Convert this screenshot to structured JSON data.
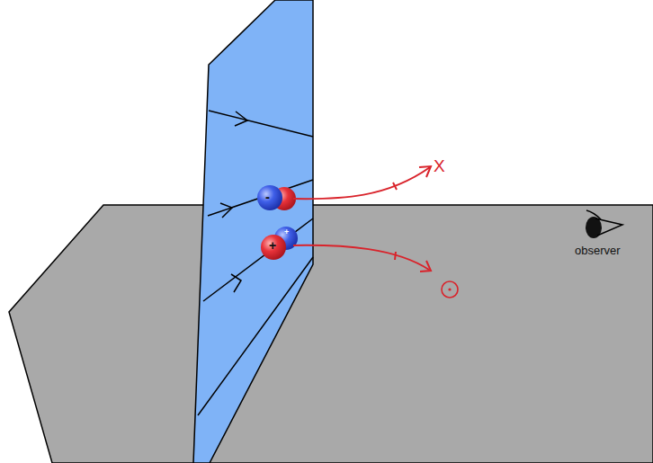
{
  "diagram": {
    "labels": [
      "X",
      "-",
      "+",
      "+",
      "observer"
    ]
  }
}
